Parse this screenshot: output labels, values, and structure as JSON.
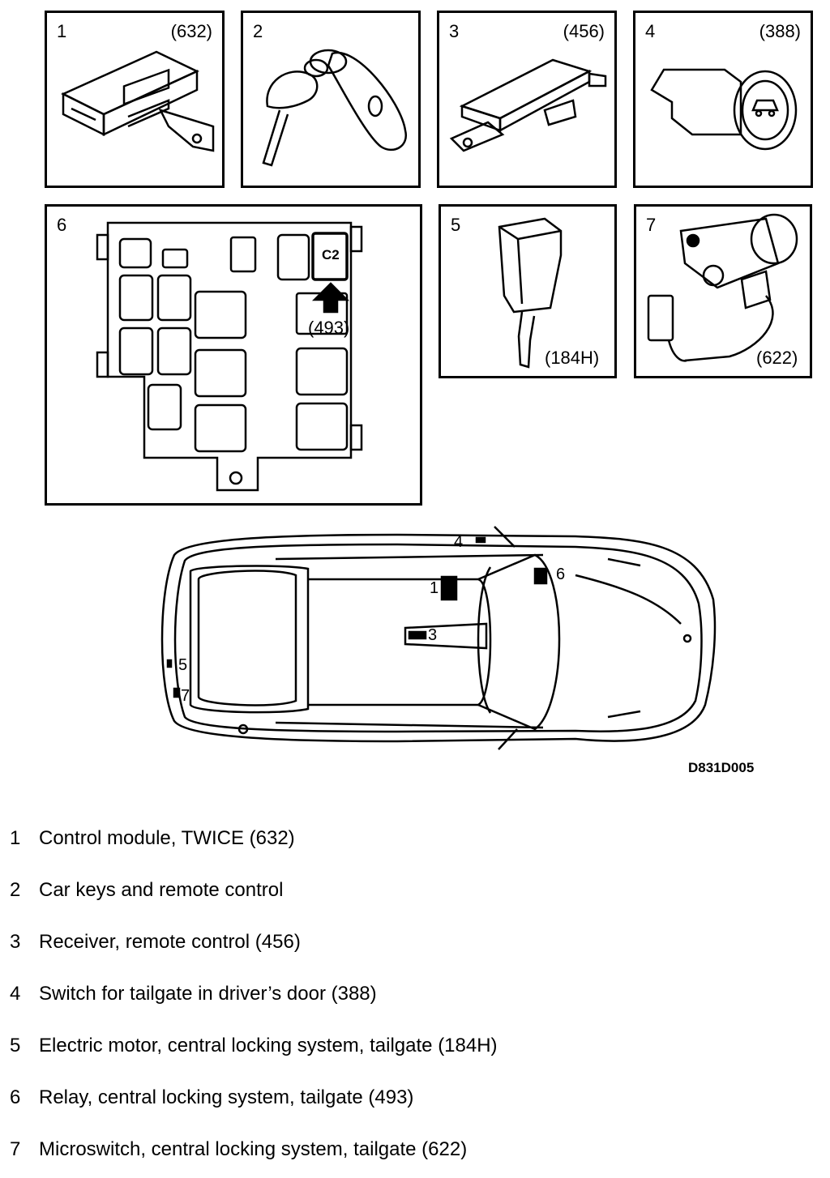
{
  "panels": [
    {
      "num": "1",
      "code": "(632)"
    },
    {
      "num": "2",
      "code": ""
    },
    {
      "num": "3",
      "code": "(456)"
    },
    {
      "num": "4",
      "code": "(388)"
    },
    {
      "num": "6",
      "code": "(493)",
      "connector": "C2"
    },
    {
      "num": "5",
      "code": "(184H)"
    },
    {
      "num": "7",
      "code": "(622)"
    }
  ],
  "car_labels": [
    "1",
    "3",
    "4",
    "5",
    "6",
    "7"
  ],
  "figure_id": "D831D005",
  "legend": [
    {
      "num": "1",
      "text": "Control module, TWICE (632)"
    },
    {
      "num": "2",
      "text": "Car keys and remote control"
    },
    {
      "num": "3",
      "text": "Receiver, remote control (456)"
    },
    {
      "num": "4",
      "text": "Switch for tailgate in driver’s door (388)"
    },
    {
      "num": "5",
      "text": "Electric motor, central locking system, tailgate (184H)"
    },
    {
      "num": "6",
      "text": "Relay, central locking system, tailgate (493)"
    },
    {
      "num": "7",
      "text": "Microswitch, central locking system, tailgate (622)"
    }
  ]
}
